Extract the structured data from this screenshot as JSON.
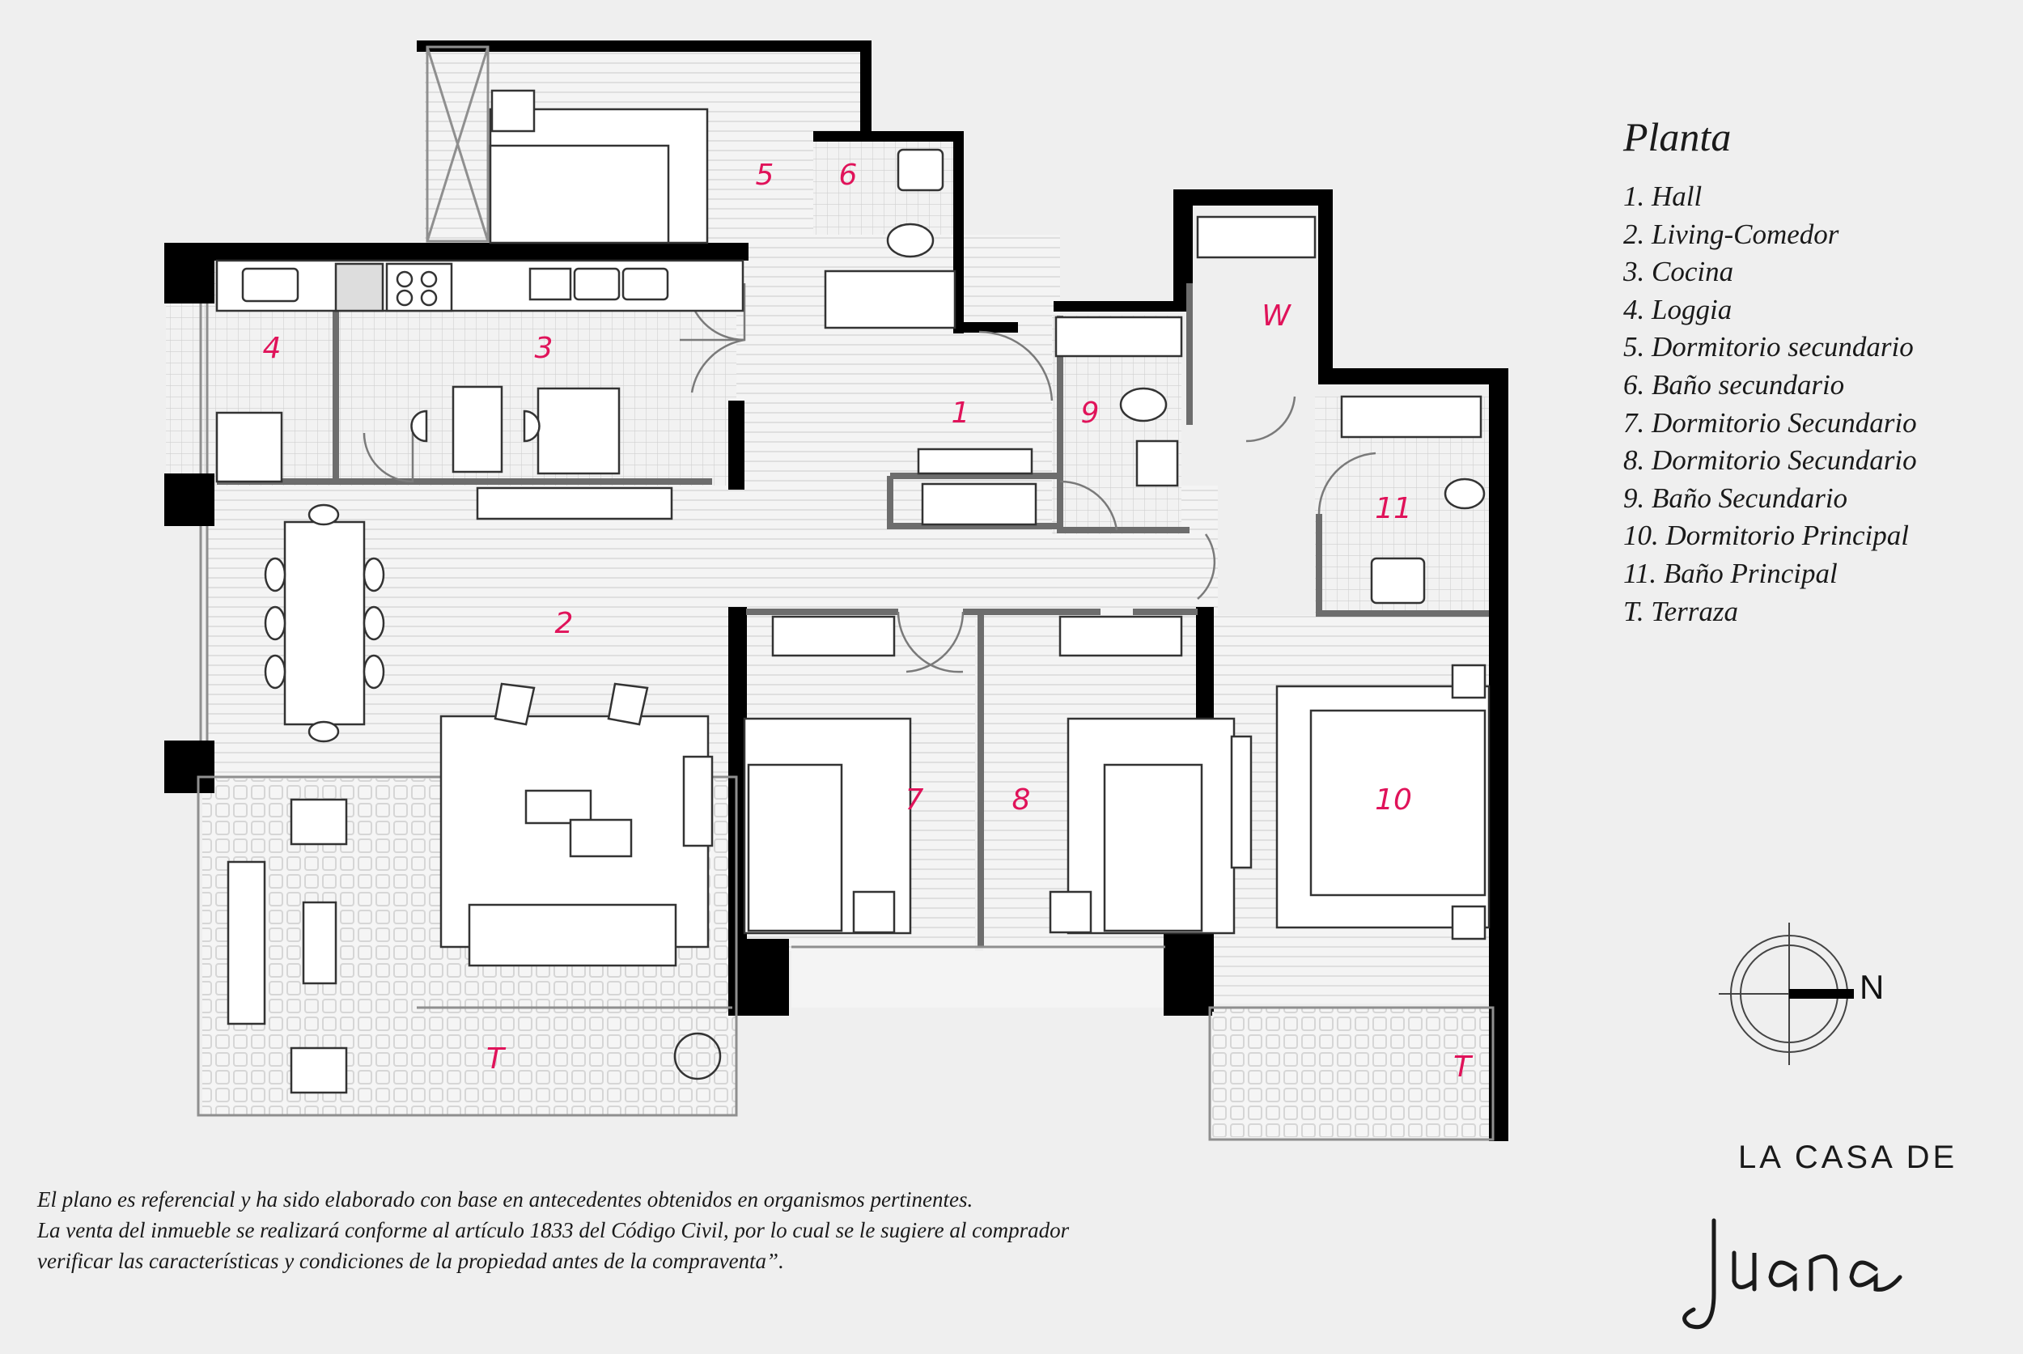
{
  "legend": {
    "title": "Planta",
    "items": [
      "1. Hall",
      "2. Living-Comedor",
      "3. Cocina",
      "4. Loggia",
      "5. Dormitorio secundario",
      "6. Baño secundario",
      "7. Dormitorio Secundario",
      "8. Dormitorio Secundario",
      "9. Baño Secundario",
      "10. Dormitorio Principal",
      "11. Baño Principal",
      "T. Terraza"
    ]
  },
  "rooms": {
    "r1": "1",
    "r2": "2",
    "r3": "3",
    "r4": "4",
    "r5": "5",
    "r6": "6",
    "r7": "7",
    "r8": "8",
    "r9": "9",
    "r10": "10",
    "r11": "11",
    "w": "W",
    "t1": "T",
    "t2": "T"
  },
  "compass": {
    "label": "N"
  },
  "disclaimer": {
    "line1": "El plano es referencial y ha sido elaborado con base en antecedentes obtenidos en organismos pertinentes.",
    "line2": "La venta del inmueble se realizará conforme al artículo 1833 del Código Civil, por lo cual se le sugiere al comprador",
    "line3": "verificar las características y condiciones de la propiedad antes de la compraventa”."
  },
  "logo": {
    "top": "LA CASA DE",
    "bottom": "juana"
  },
  "colors": {
    "room_label": "#e0135a",
    "wall": "#000000",
    "background": "#efefef"
  }
}
